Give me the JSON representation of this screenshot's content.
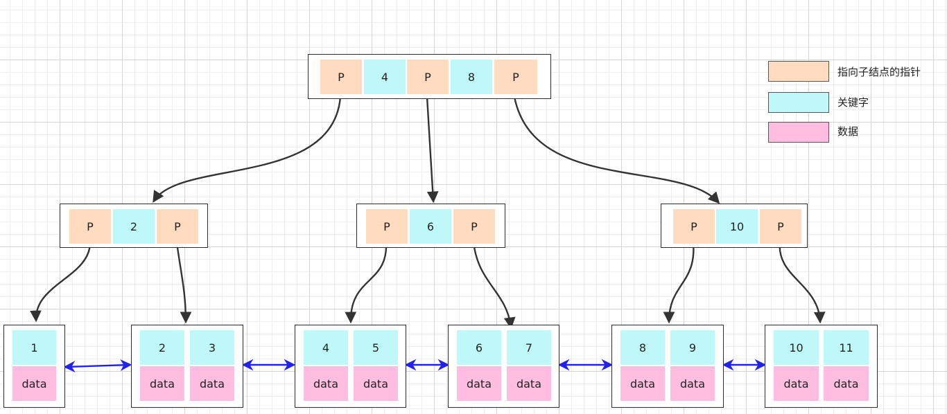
{
  "colors": {
    "pointer": "#ffdcc0",
    "key": "#bff8f8",
    "data": "#ffbde0",
    "edge": "#333333",
    "link": "#2222ee"
  },
  "legend": {
    "pointer": "指向子结点的指针",
    "key": "关键字",
    "data": "数据"
  },
  "root": {
    "cells": [
      "P",
      "4",
      "P",
      "8",
      "P"
    ]
  },
  "internal_nodes": [
    {
      "cells": [
        "P",
        "2",
        "P"
      ]
    },
    {
      "cells": [
        "P",
        "6",
        "P"
      ]
    },
    {
      "cells": [
        "P",
        "10",
        "P"
      ]
    }
  ],
  "leaf_nodes": [
    {
      "keys": [
        "1"
      ],
      "data": [
        "data"
      ]
    },
    {
      "keys": [
        "2",
        "3"
      ],
      "data": [
        "data",
        "data"
      ]
    },
    {
      "keys": [
        "4",
        "5"
      ],
      "data": [
        "data",
        "data"
      ]
    },
    {
      "keys": [
        "6",
        "7"
      ],
      "data": [
        "data",
        "data"
      ]
    },
    {
      "keys": [
        "8",
        "9"
      ],
      "data": [
        "data",
        "data"
      ]
    },
    {
      "keys": [
        "10",
        "11"
      ],
      "data": [
        "data",
        "data"
      ]
    }
  ]
}
